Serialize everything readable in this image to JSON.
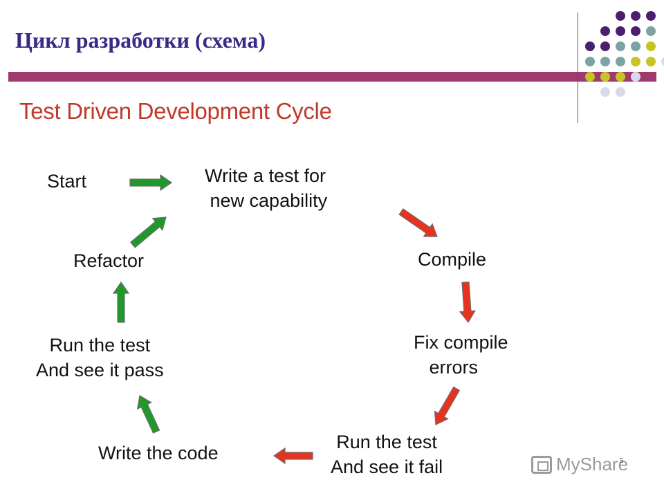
{
  "slide": {
    "title": "Цикл разработки (схема)",
    "page_number": "5"
  },
  "diagram": {
    "title": "Test Driven Development Cycle",
    "steps": {
      "start": "Start",
      "write_test": "Write a test for\n new capability",
      "compile": "Compile",
      "fix_errors": "Fix compile\n   errors",
      "run_fail": "Run the test\nAnd see it fail",
      "write_code": "Write the code",
      "run_pass": "Run the test\nAnd see it pass",
      "refactor": "Refactor"
    },
    "colors": {
      "title": "#c0392b",
      "red_arrow": "#e8321e",
      "green_arrow": "#1f9a2a"
    }
  },
  "watermark": {
    "text": "MyShare"
  },
  "decor": {
    "dot_colors": [
      "#4b1f6e",
      "#7aa3a3",
      "#c7c525",
      "#d9d9ec"
    ]
  }
}
